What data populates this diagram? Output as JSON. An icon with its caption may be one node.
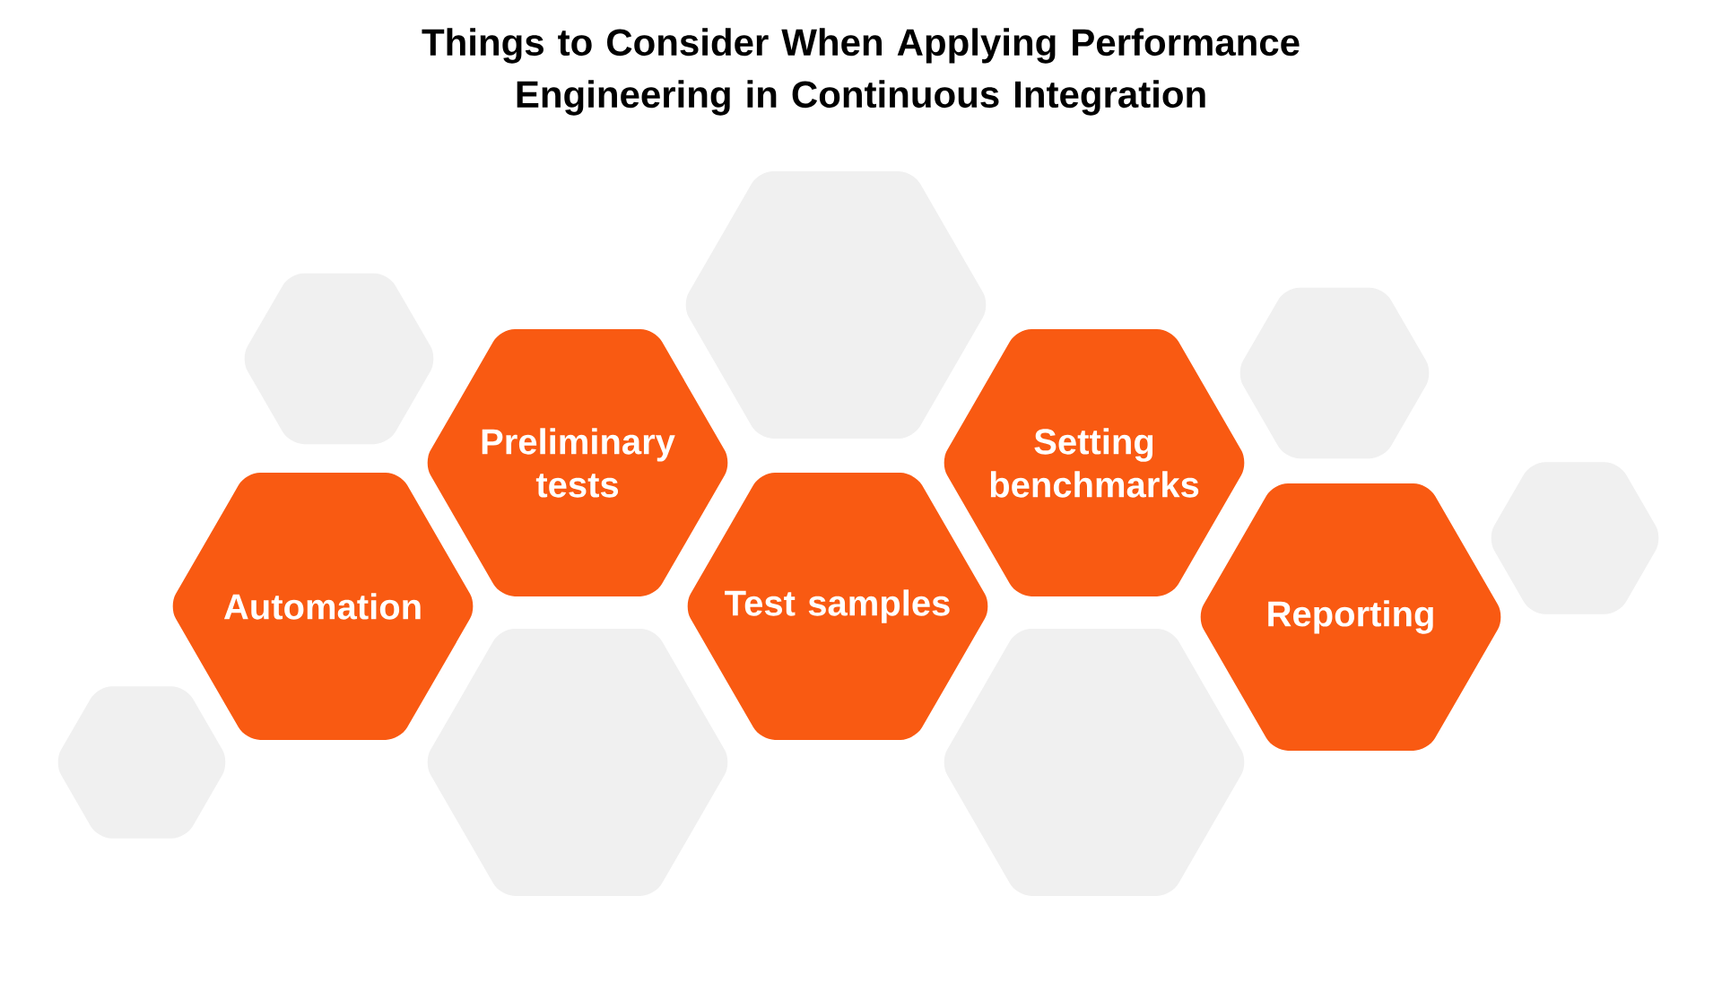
{
  "diagram": {
    "title": "Things to Consider When Applying Performance Engineering in Continuous Integration",
    "nodes": [
      {
        "text": [
          "Automation"
        ]
      },
      {
        "text": [
          "Preliminary tests"
        ]
      },
      {
        "text": [
          "Test samples"
        ]
      },
      {
        "text": [
          "Setting benchmarks"
        ]
      },
      {
        "text": [
          "Reporting"
        ]
      },
      {
        "text": [],
        "shape": "hexagon"
      },
      {
        "text": [],
        "shape": "hexagon"
      },
      {
        "text": [],
        "shape": "hexagon"
      },
      {
        "text": [],
        "shape": "hexagon"
      },
      {
        "text": [],
        "shape": "hexagon"
      },
      {
        "text": [],
        "shape": "hexagon"
      },
      {
        "text": [],
        "shape": "hexagon"
      }
    ]
  }
}
